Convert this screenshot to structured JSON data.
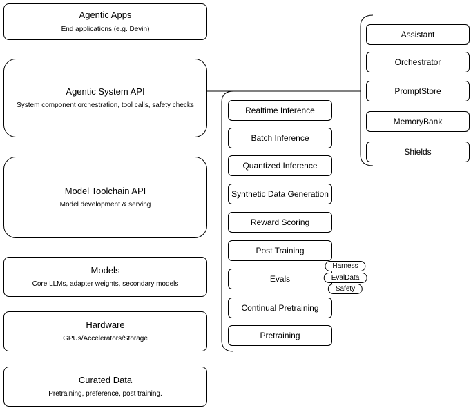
{
  "left_stack": [
    {
      "title": "Agentic Apps",
      "subtitle": "End applications (e.g. Devin)"
    },
    {
      "title": "Agentic System API",
      "subtitle": "System component orchestration, tool calls, safety checks"
    },
    {
      "title": "Model Toolchain API",
      "subtitle": "Model development & serving"
    },
    {
      "title": "Models",
      "subtitle": "Core LLMs, adapter weights, secondary models"
    },
    {
      "title": "Hardware",
      "subtitle": "GPUs/Accelerators/Storage"
    },
    {
      "title": "Curated Data",
      "subtitle": "Pretraining, preference, post training."
    }
  ],
  "toolchain_group": {
    "items": [
      "Realtime Inference",
      "Batch Inference",
      "Quantized Inference",
      "Synthetic Data Generation",
      "Reward Scoring",
      "Post Training",
      "Evals",
      "Continual Pretraining",
      "Pretraining"
    ],
    "evals_tags": [
      "Harness",
      "EvalData",
      "Safety"
    ]
  },
  "system_group": {
    "items": [
      "Assistant",
      "Orchestrator",
      "PromptStore",
      "MemoryBank",
      "Shields"
    ]
  },
  "colors": {
    "border": "#000000",
    "fill": "#ffffff",
    "text": "#000000"
  }
}
